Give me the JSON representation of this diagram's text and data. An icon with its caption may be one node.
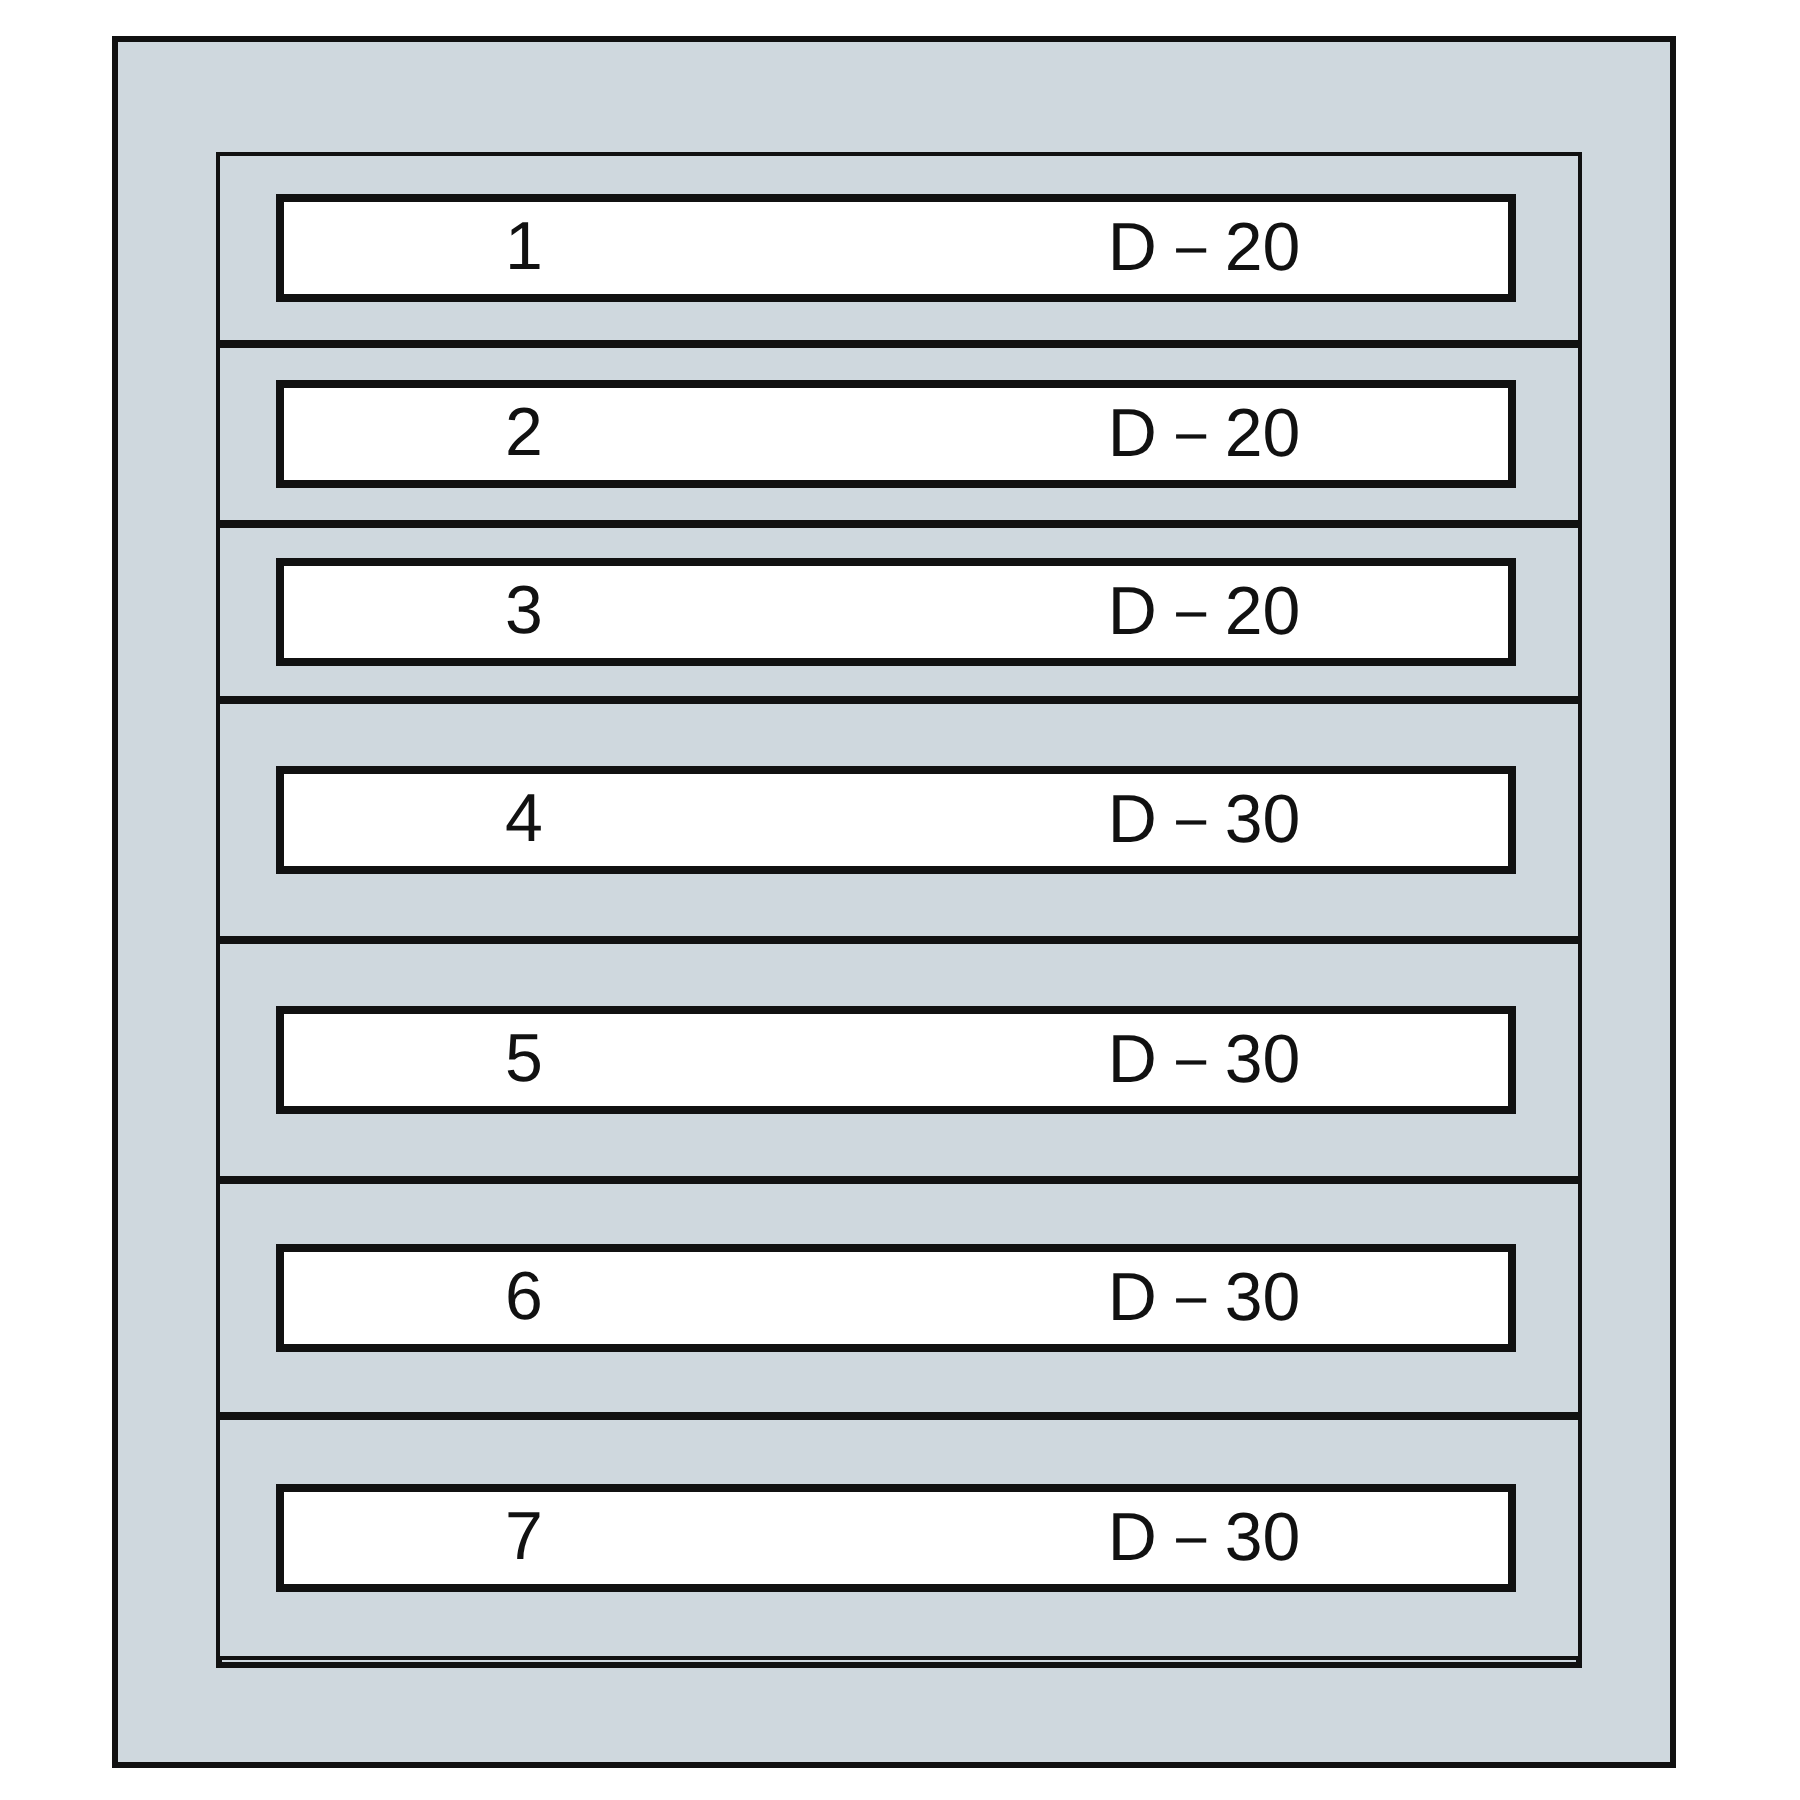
{
  "diagram": {
    "nodes": [
      {
        "text": [],
        "shape": "box"
      },
      {
        "text": [
          "1",
          "D－20"
        ],
        "in": 0
      },
      {
        "text": [
          "2",
          "D－20"
        ],
        "in": 0
      },
      {
        "text": [
          "3",
          "D－20"
        ],
        "in": 0
      },
      {
        "text": [
          "4",
          "D－30"
        ],
        "in": 0
      },
      {
        "text": [
          "5",
          "D－30"
        ],
        "in": 0
      },
      {
        "text": [
          "6",
          "D－30"
        ],
        "in": 0
      },
      {
        "text": [
          "7",
          "D－30"
        ],
        "in": 0
      }
    ],
    "edges": []
  }
}
